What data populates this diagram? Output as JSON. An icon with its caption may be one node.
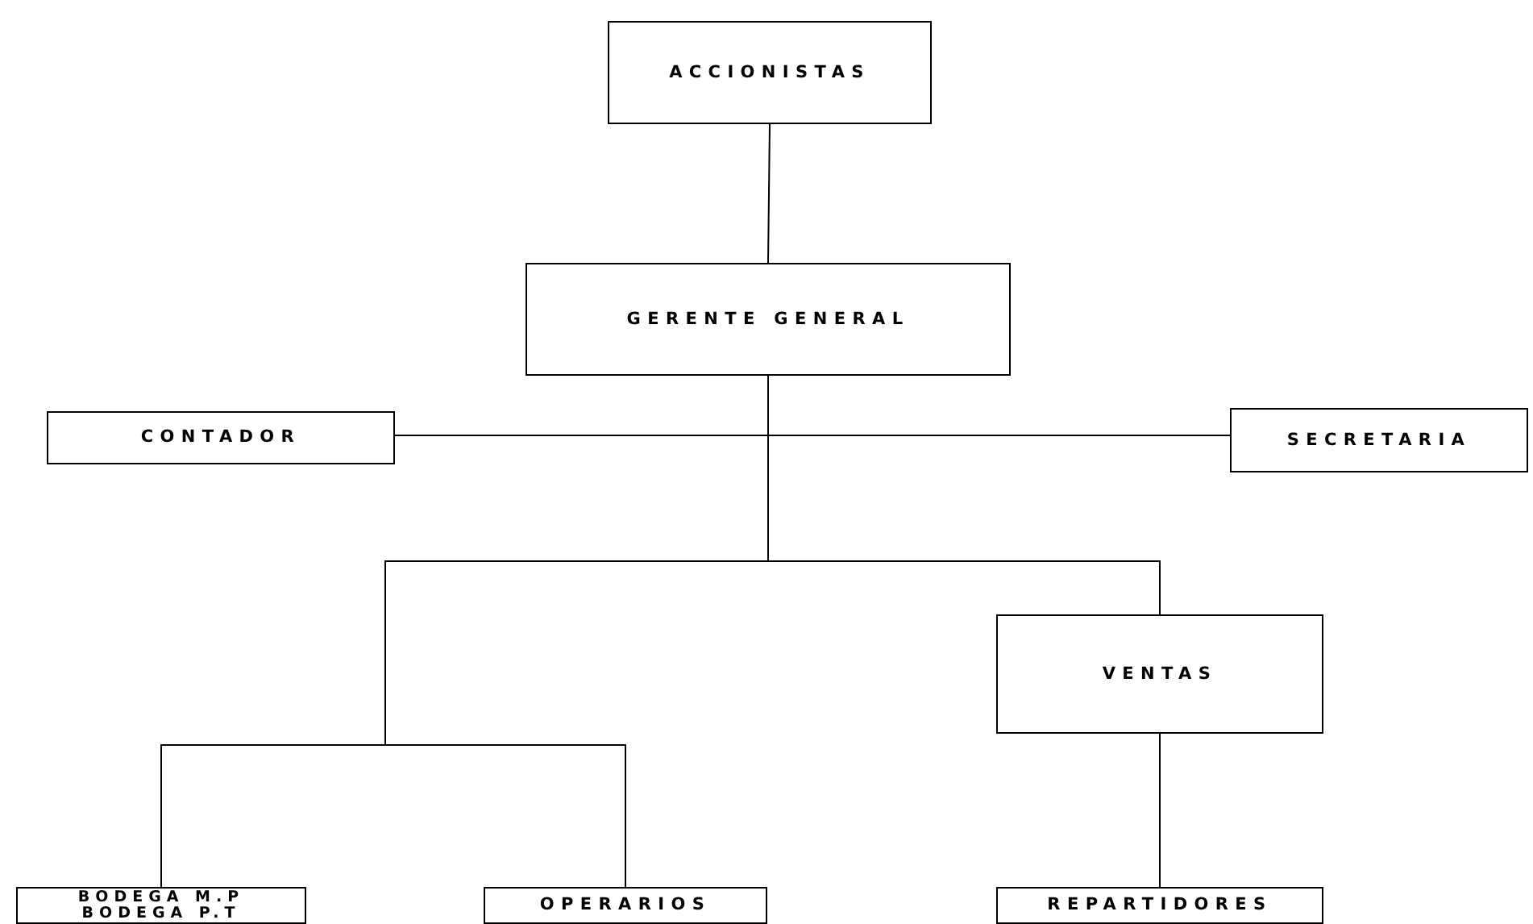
{
  "diagram": {
    "nodes": [
      {
        "text": [
          "ACCIONISTAS"
        ]
      },
      {
        "text": [
          "GERENTE GENERAL"
        ]
      },
      {
        "text": [
          "CONTADOR"
        ]
      },
      {
        "text": [
          "SECRETARIA"
        ]
      },
      {
        "text": [
          "VENTAS"
        ]
      },
      {
        "text": [
          "BODEGA M.P",
          "BODEGA P.T"
        ]
      },
      {
        "text": [
          "OPERARIOS"
        ]
      },
      {
        "text": [
          "REPARTIDORES"
        ]
      }
    ],
    "edges": [
      {
        "from": 0,
        "to": 1,
        "arrow": "none"
      },
      {
        "from": 1,
        "to": 2,
        "arrow": "none"
      },
      {
        "from": 1,
        "to": 3,
        "arrow": "none"
      },
      {
        "from": 1,
        "to": 4,
        "arrow": "none"
      },
      {
        "from": 1,
        "to": 5,
        "arrow": "none"
      },
      {
        "from": 1,
        "to": 6,
        "arrow": "none"
      },
      {
        "from": 4,
        "to": 7,
        "arrow": "none"
      }
    ]
  }
}
